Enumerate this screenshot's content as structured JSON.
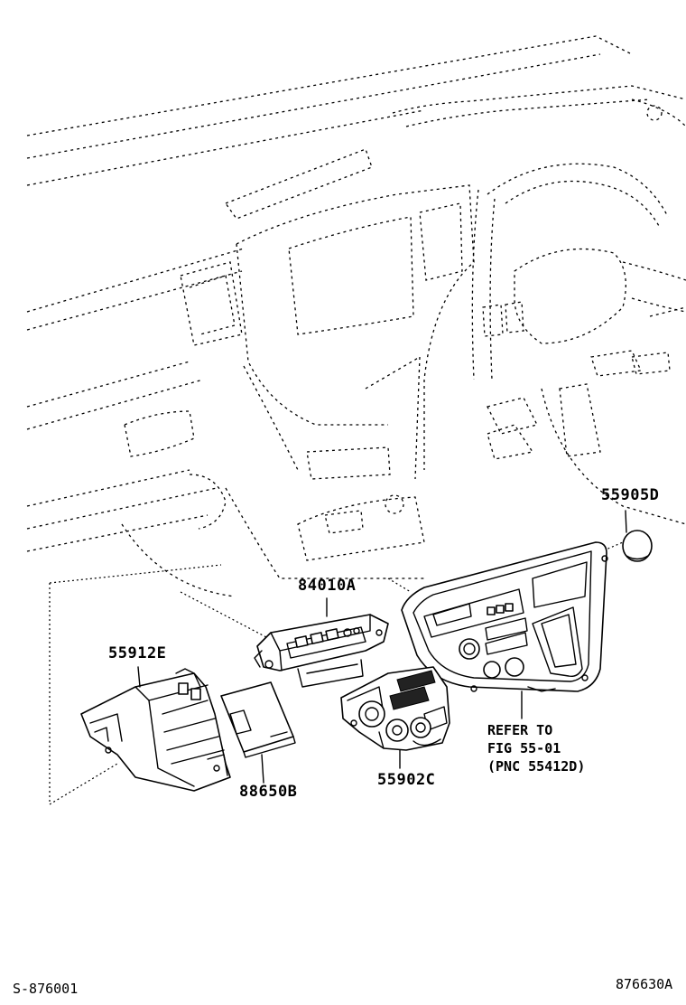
{
  "parts": {
    "p55905d": "55905D",
    "p84010a": "84010A",
    "p55912e": "55912E",
    "p88650b": "88650B",
    "p55902c": "55902C"
  },
  "reference": {
    "line1": "REFER TO",
    "line2": "FIG 55-01",
    "line3": "(PNC 55412D)"
  },
  "footer": {
    "left_code": "S-876001",
    "right_code": "876630A"
  }
}
